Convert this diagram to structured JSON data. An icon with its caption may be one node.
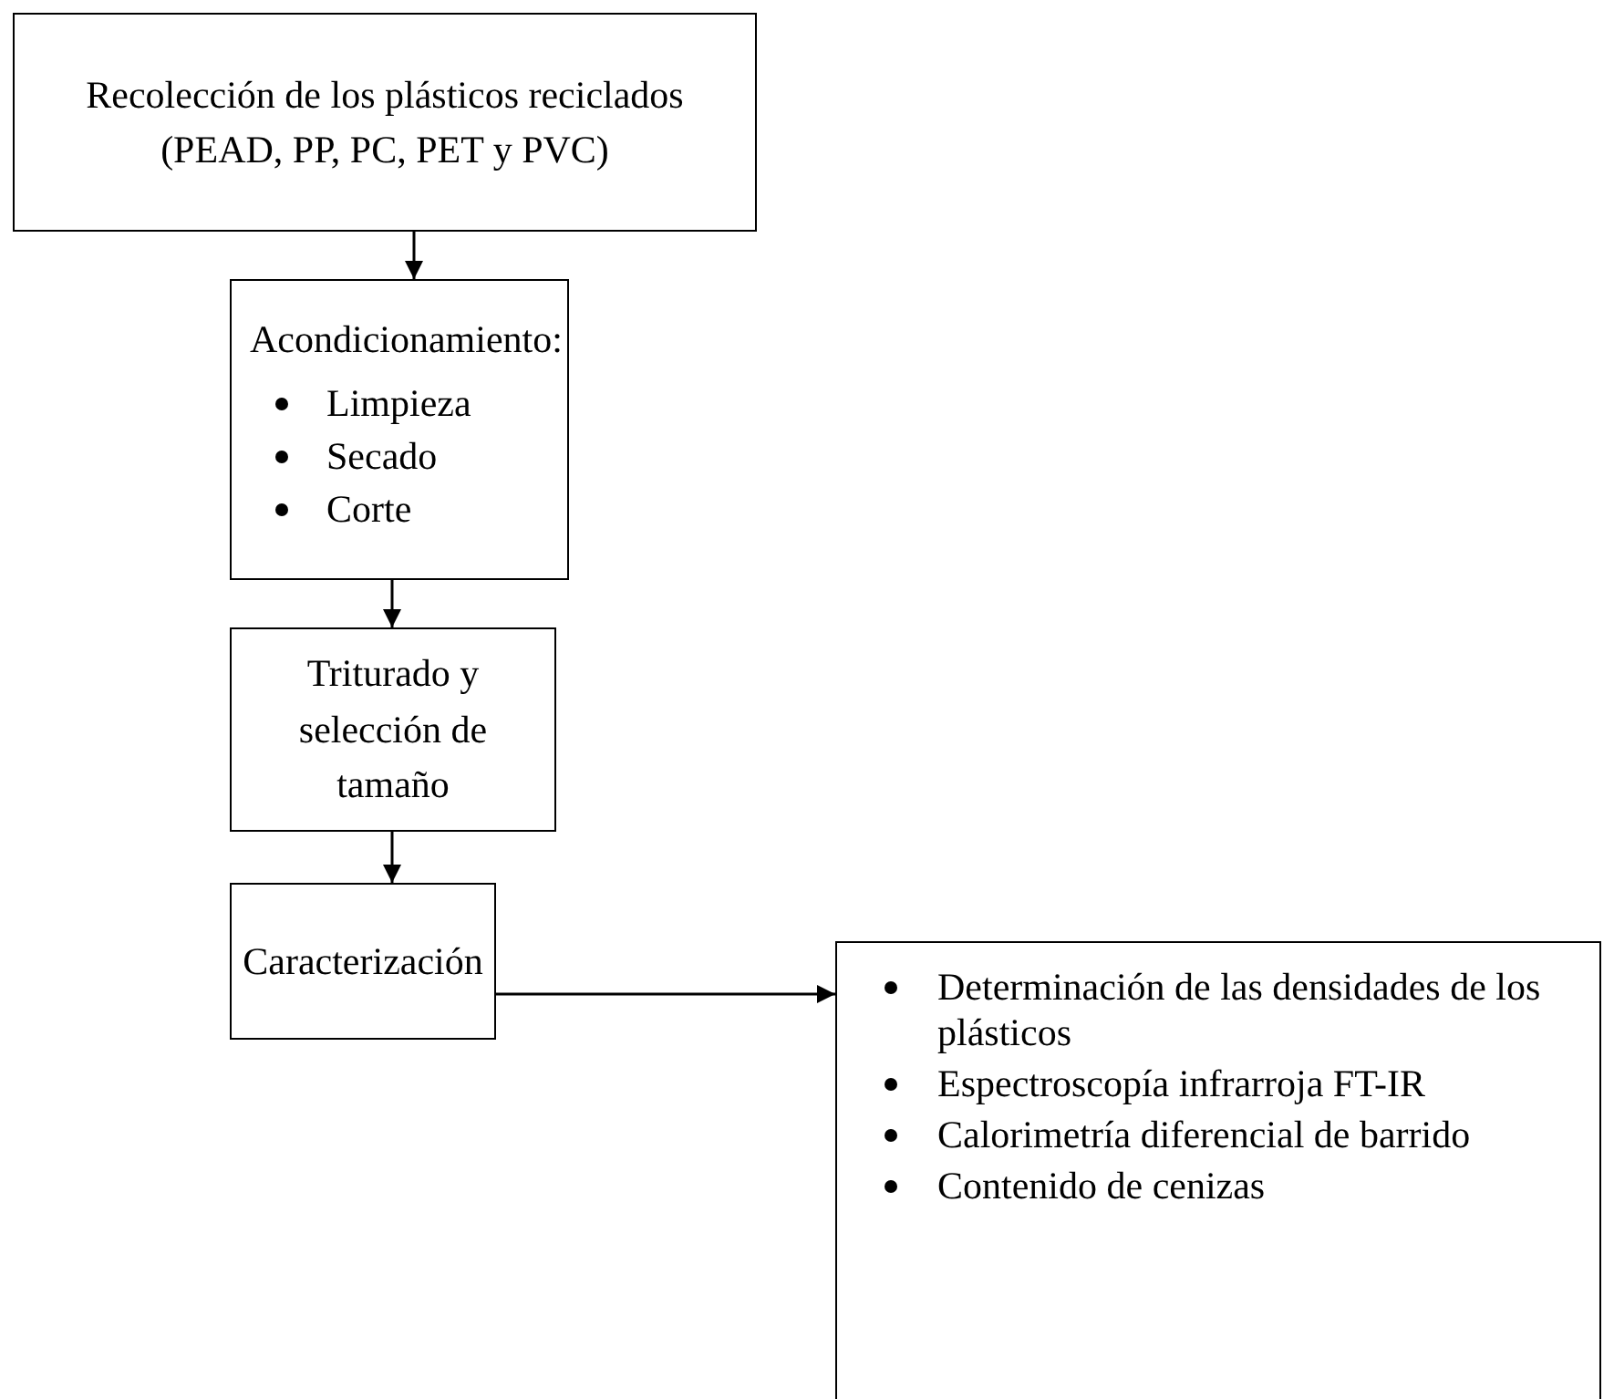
{
  "diagram": {
    "nodes": [
      {
        "text": [
          "Recolección de los plásticos reciclados (PEAD, PP, PC, PET y PVC)"
        ]
      },
      {
        "text": [
          "Acondicionamiento:",
          "Limpieza",
          "Secado",
          "Corte"
        ]
      },
      {
        "text": [
          "Triturado y selección de tamaño"
        ]
      },
      {
        "text": [
          "Caracterización"
        ]
      },
      {
        "text": [
          "Determinación de las densidades de los plásticos",
          "Espectroscopía infrarroja FT-IR",
          "Calorimetría diferencial de barrido",
          "Contenido de cenizas"
        ]
      }
    ],
    "edges": [
      {
        "from": 0,
        "to": 1,
        "arrow": "to"
      },
      {
        "from": 1,
        "to": 2,
        "arrow": "to"
      },
      {
        "from": 2,
        "to": 3,
        "arrow": "to"
      },
      {
        "from": 3,
        "to": 4,
        "arrow": "to"
      }
    ]
  }
}
